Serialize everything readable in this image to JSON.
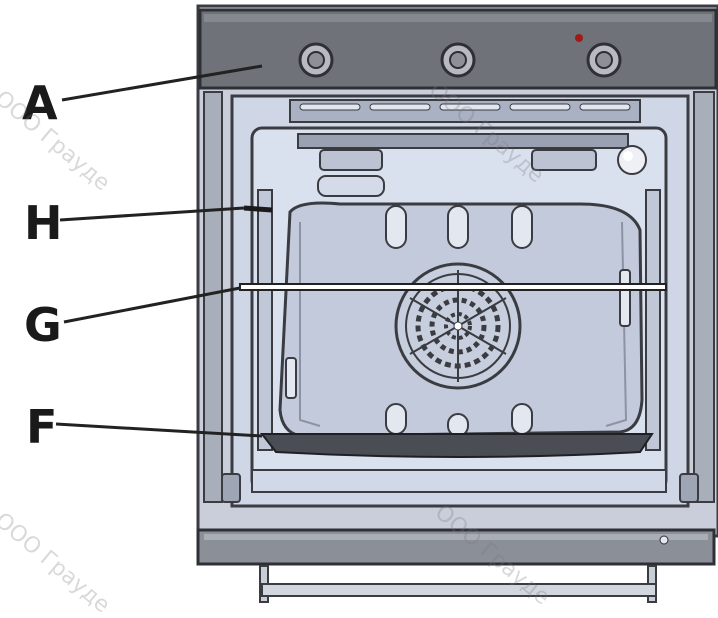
{
  "callouts": {
    "a": "A",
    "h": "H",
    "g": "G",
    "f": "F"
  },
  "watermark": {
    "text": "ООО Грауде"
  },
  "colors": {
    "panel": "#6f7278",
    "cavity": "#d9e0ee",
    "cavity_dark": "#b9c0d0",
    "frame": "#3a3c42",
    "line": "#222222"
  },
  "icons": [
    "knob-icon",
    "fan-icon",
    "lamp-icon",
    "indicator-light-icon"
  ]
}
